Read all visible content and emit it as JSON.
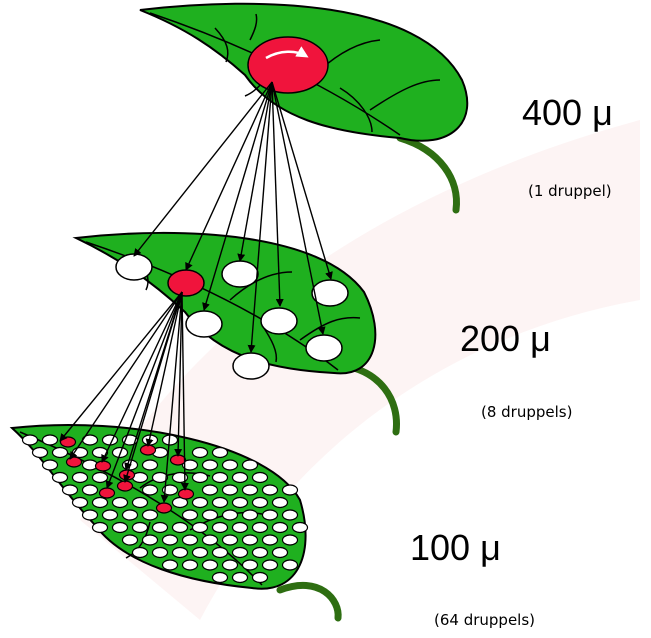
{
  "levels": [
    {
      "size_label": "400 μ",
      "count_label": "(1 druppel)"
    },
    {
      "size_label": "200 μ",
      "count_label": "(8 druppels)"
    },
    {
      "size_label": "100 μ",
      "count_label": "(64 druppels)"
    }
  ],
  "colors": {
    "leaf_fill": "#1fb01f",
    "leaf_stroke": "#000000",
    "stem": "#2e6e12",
    "droplet_red": "#f0143c",
    "droplet_white": "#ffffff",
    "arrow": "#000000"
  }
}
